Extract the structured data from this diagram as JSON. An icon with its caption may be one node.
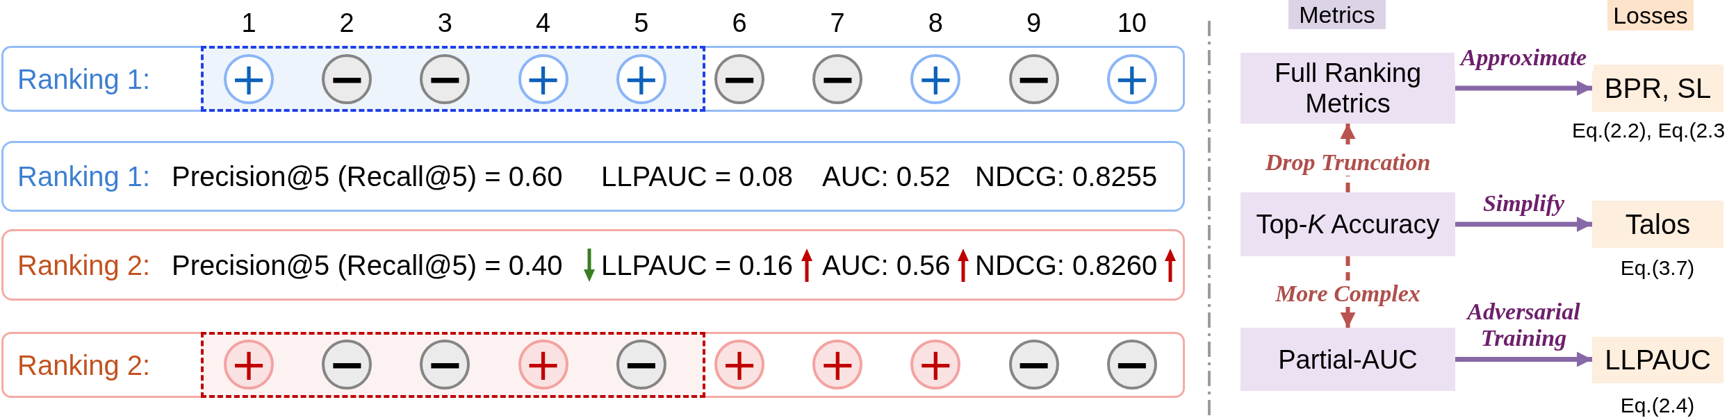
{
  "diagram": {
    "nodes": [
      {
        "text": [
          "Ranking 1:"
        ]
      },
      {
        "text": [],
        "shape": "box",
        "in": 0
      },
      {
        "text": [
          "+"
        ],
        "in": 1
      },
      {
        "text": [
          "−"
        ],
        "in": 1
      },
      {
        "text": [
          "−"
        ],
        "in": 1
      },
      {
        "text": [
          "+"
        ],
        "in": 1
      },
      {
        "text": [
          "+"
        ],
        "in": 1
      },
      {
        "text": [
          "−"
        ],
        "in": 0
      },
      {
        "text": [
          "−"
        ],
        "in": 0
      },
      {
        "text": [
          "+"
        ],
        "in": 0
      },
      {
        "text": [
          "−"
        ],
        "in": 0
      },
      {
        "text": [
          "+"
        ],
        "in": 0
      },
      {
        "text": [
          "Ranking 1:",
          "Precision@5 (Recall@5) = 0.60",
          "LLPAUC = 0.08",
          "AUC: 0.52",
          "NDCG: 0.8255"
        ]
      },
      {
        "text": [
          "Ranking 2:",
          "Precision@5 (Recall@5) = 0.40",
          "LLPAUC = 0.16",
          "AUC: 0.56",
          "NDCG: 0.8260"
        ]
      },
      {
        "text": [
          "Ranking 2:"
        ]
      },
      {
        "text": [],
        "shape": "box",
        "in": 14
      },
      {
        "text": [
          "+"
        ],
        "in": 15
      },
      {
        "text": [
          "−"
        ],
        "in": 15
      },
      {
        "text": [
          "−"
        ],
        "in": 15
      },
      {
        "text": [
          "+"
        ],
        "in": 15
      },
      {
        "text": [
          "−"
        ],
        "in": 15
      },
      {
        "text": [
          "+"
        ],
        "in": 14
      },
      {
        "text": [
          "+"
        ],
        "in": 14
      },
      {
        "text": [
          "+"
        ],
        "in": 14
      },
      {
        "text": [
          "−"
        ],
        "in": 14
      },
      {
        "text": [
          "−"
        ],
        "in": 14
      },
      {
        "text": [
          "Metrics"
        ]
      },
      {
        "text": [
          "Losses"
        ]
      },
      {
        "text": [
          "Full Ranking Metrics"
        ]
      },
      {
        "text": [
          "BPR, SL"
        ],
        "beside": [
          "Eq.(2.2), Eq.(2.3"
        ]
      },
      {
        "text": [
          "Top-*K* Accuracy"
        ]
      },
      {
        "text": [
          "Talos"
        ],
        "beside": [
          "Eq.(3.7)"
        ]
      },
      {
        "text": [
          "Partial-AUC"
        ]
      },
      {
        "text": [
          "LLPAUC"
        ],
        "beside": [
          "Eq.(2.4)"
        ]
      }
    ],
    "edges": [
      {
        "from": 28,
        "to": 29,
        "arrow": "to",
        "label": "Approximate"
      },
      {
        "from": 30,
        "to": 28,
        "arrow": "to",
        "label": "Drop Truncation",
        "style": "dashed",
        "color": "#b9534f"
      },
      {
        "from": 30,
        "to": 31,
        "arrow": "to",
        "label": "Simplify"
      },
      {
        "from": 30,
        "to": 32,
        "arrow": "to",
        "label": "More Complex",
        "style": "dashed",
        "color": "#b9534f"
      },
      {
        "from": 32,
        "to": 33,
        "arrow": "to",
        "label": "Adversarial Training"
      }
    ],
    "labels": [
      "1",
      "2",
      "3",
      "4",
      "5",
      "6",
      "7",
      "8",
      "9",
      "10"
    ]
  }
}
